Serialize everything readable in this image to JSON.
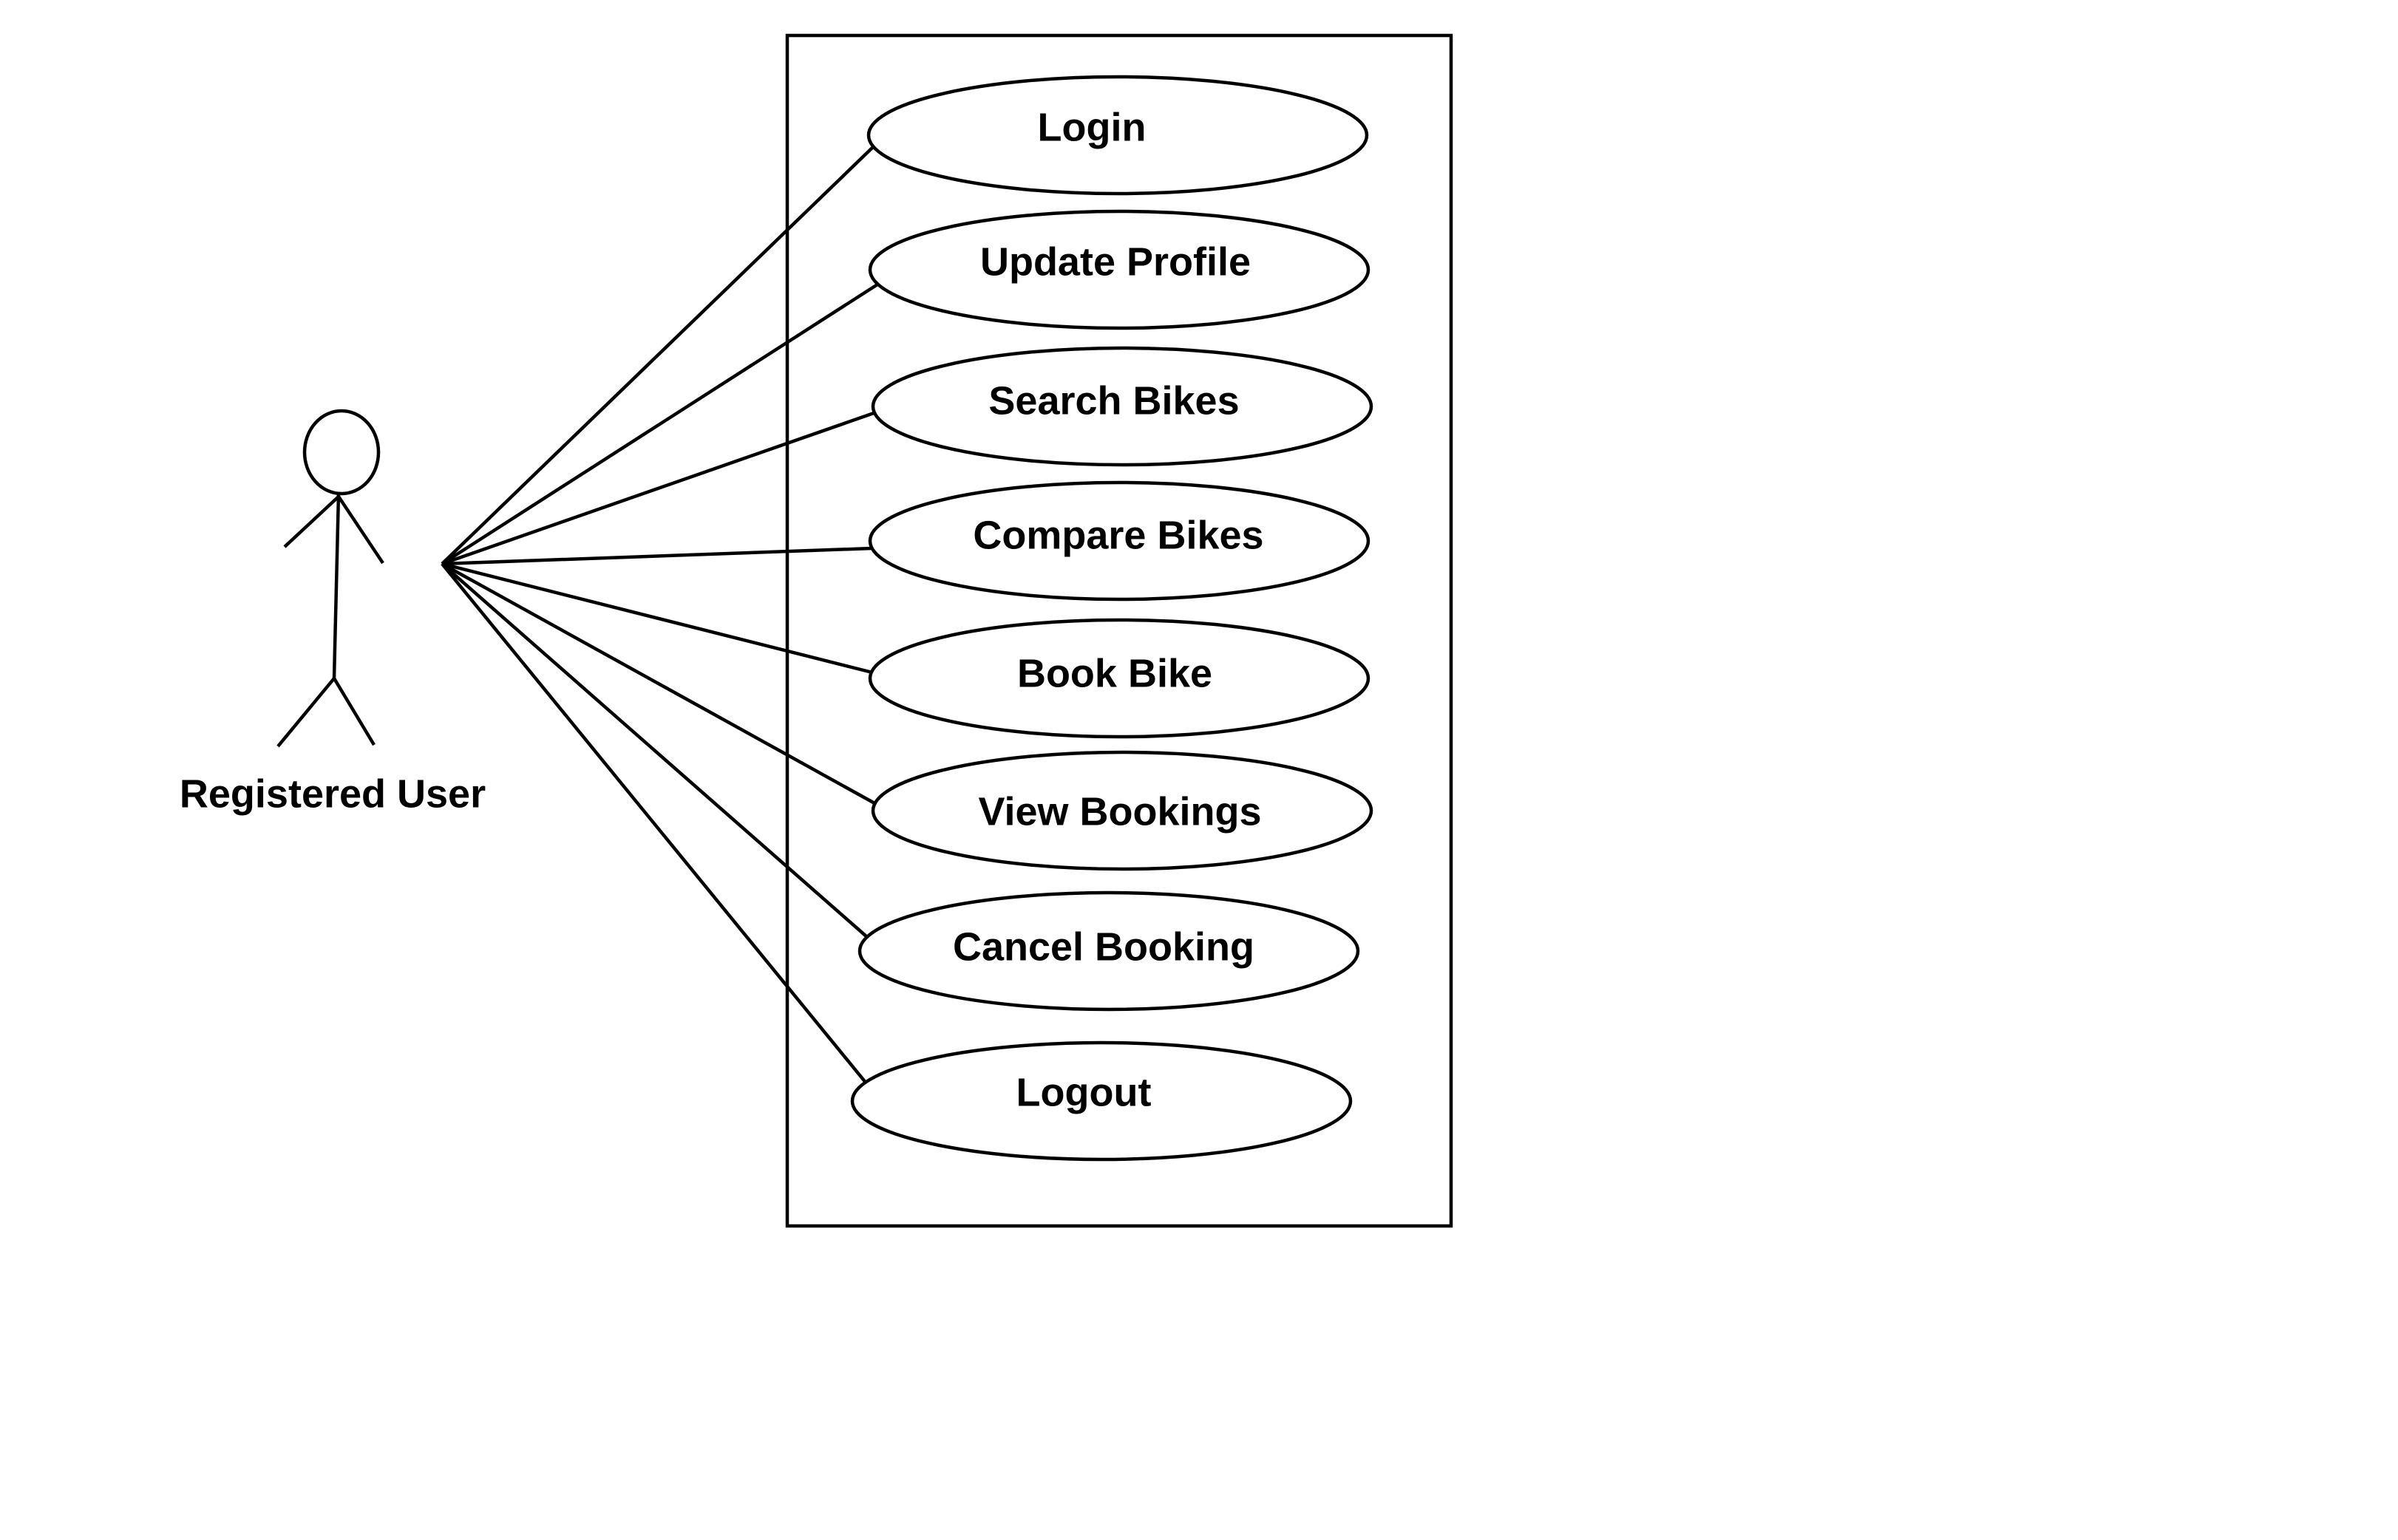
{
  "diagram": {
    "type": "use-case",
    "actor": {
      "name": "Registered User",
      "icon": "stick-figure-icon"
    },
    "use_cases": [
      {
        "id": "login",
        "label": "Login"
      },
      {
        "id": "update-profile",
        "label": "Update Profile"
      },
      {
        "id": "search-bikes",
        "label": "Search Bikes"
      },
      {
        "id": "compare-bikes",
        "label": "Compare Bikes"
      },
      {
        "id": "book-bike",
        "label": "Book Bike"
      },
      {
        "id": "view-bookings",
        "label": "View Bookings"
      },
      {
        "id": "cancel-booking",
        "label": "Cancel Booking"
      },
      {
        "id": "logout",
        "label": "Logout"
      }
    ],
    "associations": [
      {
        "from": "Registered User",
        "to": "Login"
      },
      {
        "from": "Registered User",
        "to": "Update Profile"
      },
      {
        "from": "Registered User",
        "to": "Search Bikes"
      },
      {
        "from": "Registered User",
        "to": "Compare Bikes"
      },
      {
        "from": "Registered User",
        "to": "Book Bike"
      },
      {
        "from": "Registered User",
        "to": "View Bookings"
      },
      {
        "from": "Registered User",
        "to": "Cancel Booking"
      },
      {
        "from": "Registered User",
        "to": "Logout"
      }
    ]
  }
}
